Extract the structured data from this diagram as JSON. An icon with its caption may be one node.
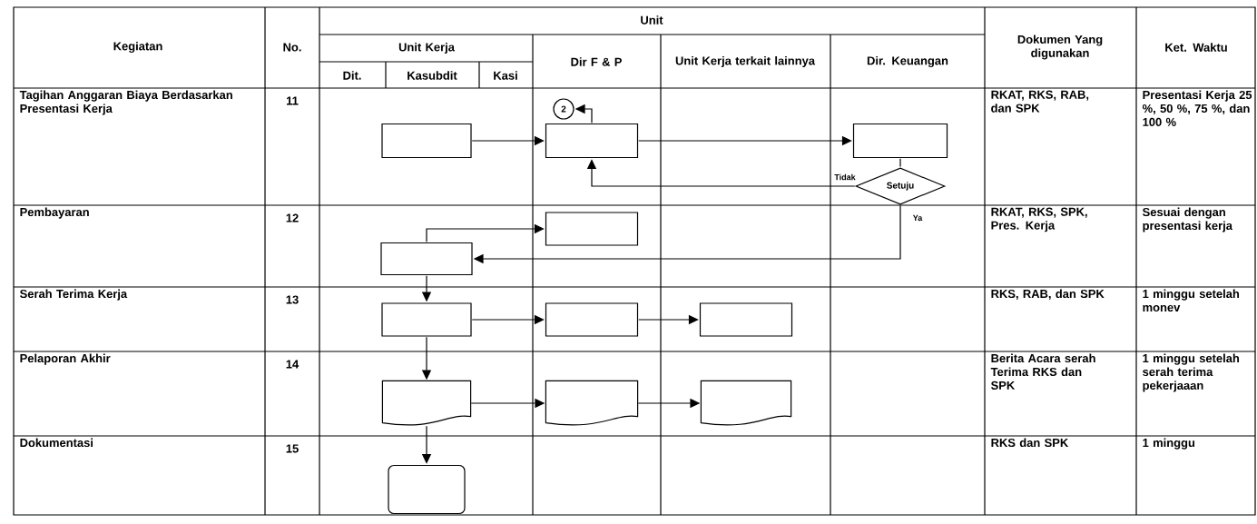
{
  "diagram": {
    "nodes": [
      {
        "text": [],
        "shape": "box"
      },
      {
        "text": [],
        "shape": "box"
      },
      {
        "text": [
          "2"
        ]
      },
      {
        "text": [],
        "shape": "box"
      },
      {
        "text": [
          "Setuju"
        ]
      },
      {
        "text": [],
        "shape": "box"
      },
      {
        "text": [],
        "shape": "box"
      },
      {
        "text": [],
        "shape": "box"
      },
      {
        "text": [],
        "shape": "box"
      },
      {
        "text": [],
        "shape": "box"
      },
      {
        "text": [],
        "shape": "document"
      },
      {
        "text": [],
        "shape": "document"
      },
      {
        "text": [],
        "shape": "document"
      },
      {
        "text": [],
        "shape": "terminal"
      }
    ],
    "edges": [
      {
        "from": 0,
        "to": 1,
        "arrow": "to"
      },
      {
        "from": 1,
        "to": 2,
        "arrow": "to"
      },
      {
        "from": 1,
        "to": 3,
        "arrow": "to"
      },
      {
        "from": 3,
        "to": 4,
        "arrow": "none"
      },
      {
        "from": 4,
        "to": 1,
        "arrow": "to",
        "label": "Tidak"
      },
      {
        "from": 4,
        "to": 6,
        "arrow": "to",
        "label": "Ya"
      },
      {
        "from": 6,
        "to": 5,
        "arrow": "to"
      },
      {
        "from": 6,
        "to": 7,
        "arrow": "to"
      },
      {
        "from": 7,
        "to": 8,
        "arrow": "to"
      },
      {
        "from": 8,
        "to": 9,
        "arrow": "to"
      },
      {
        "from": 7,
        "to": 10,
        "arrow": "to"
      },
      {
        "from": 10,
        "to": 11,
        "arrow": "to"
      },
      {
        "from": 11,
        "to": 12,
        "arrow": "to"
      },
      {
        "from": 10,
        "to": 13,
        "arrow": "to"
      }
    ],
    "labels": [
      "Unit",
      "Kegiatan",
      "No.",
      "Unit Kerja",
      "Dir F & P",
      "Unit Kerja terkait lainnya",
      "Dir. Keuangan",
      "Dokumen Yang digunakan",
      "Ket. Waktu",
      "Dit.",
      "Kasubdit",
      "Kasi",
      "Tagihan Anggaran Biaya Berdasarkan Presentasi Kerja",
      "11",
      "RKAT, RKS, RAB, dan SPK",
      "Presentasi Kerja 25 %, 50 %, 75 %, dan 100 %",
      "Pembayaran",
      "12",
      "RKAT, RKS, SPK, Pres. Kerja",
      "Sesuai dengan presentasi kerja",
      "Serah Terima Kerja",
      "13",
      "RKS, RAB, dan SPK",
      "1 minggu setelah monev",
      "Pelaporan Akhir",
      "14",
      "Berita Acara serah Terima RKS dan SPK",
      "1 minggu setelah serah terima pekerjaaan",
      "Dokumentasi",
      "15",
      "RKS dan SPK",
      "1  minggu"
    ]
  }
}
